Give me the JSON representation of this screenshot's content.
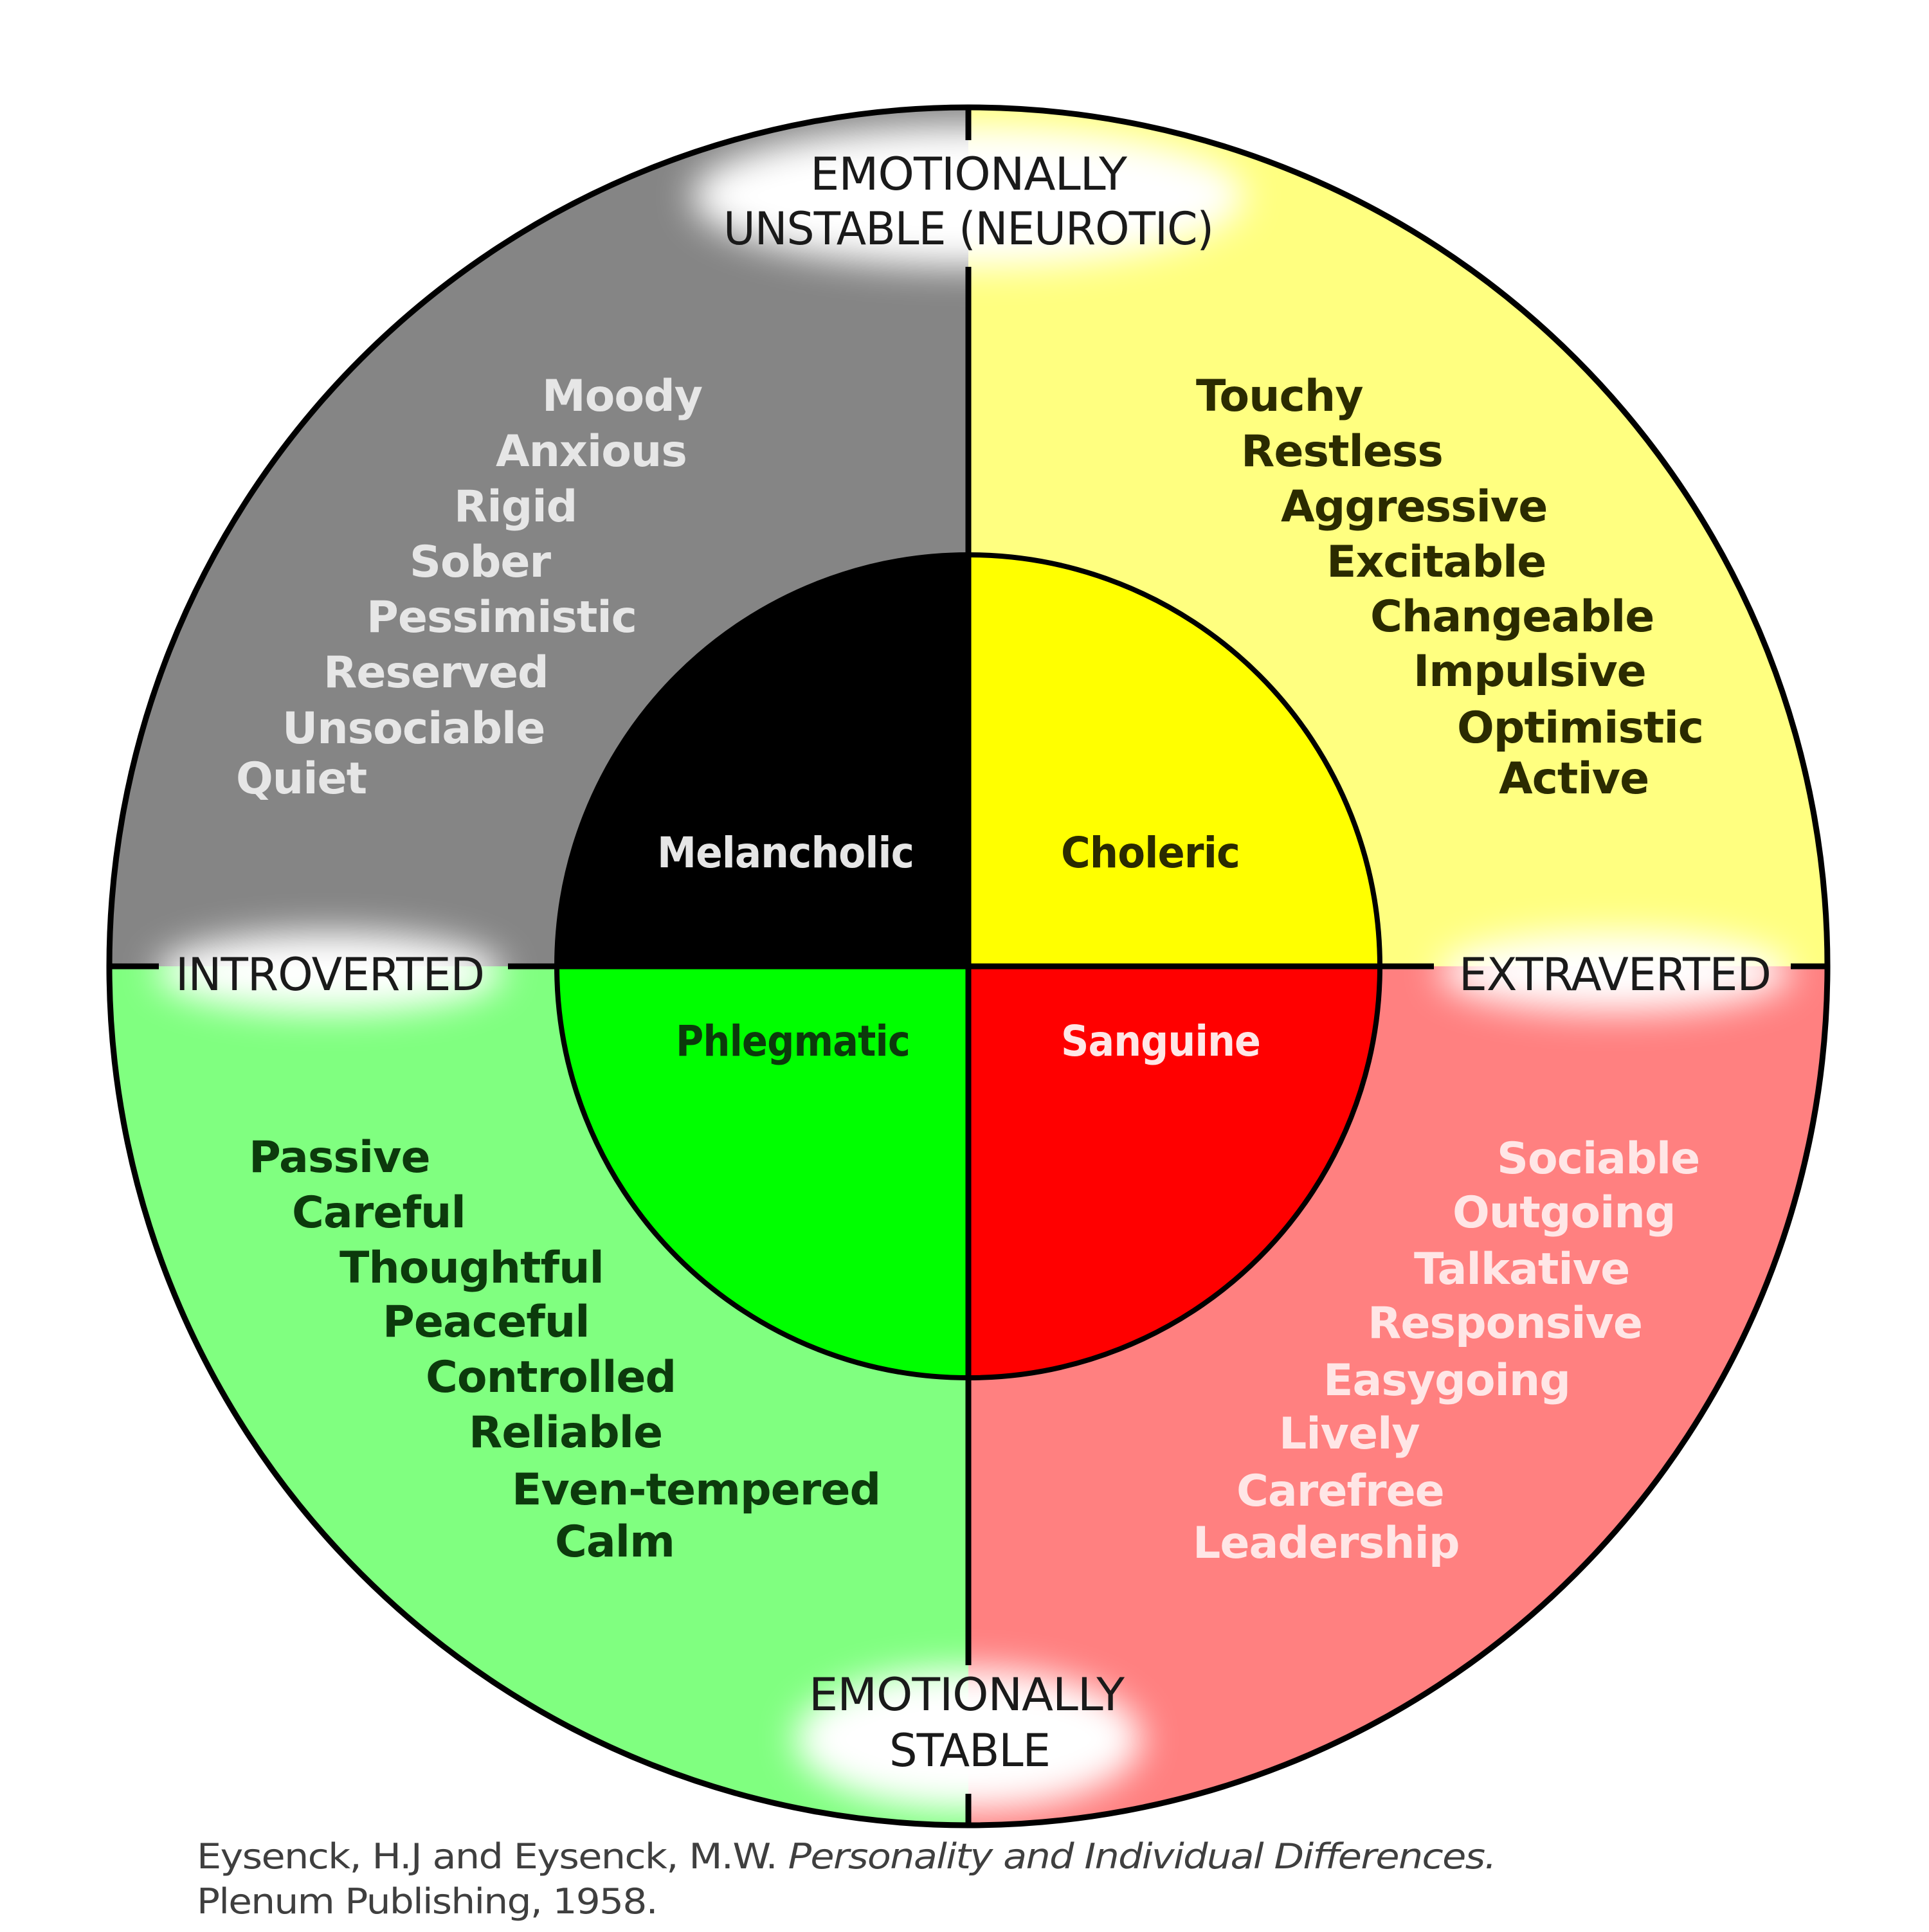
{
  "colors": {
    "melancholic_outer": "#858585",
    "melancholic_inner": "#000000",
    "choleric_outer": "#ffff80",
    "choleric_inner": "#ffff00",
    "phlegmatic_outer": "#80ff80",
    "phlegmatic_inner": "#00ff00",
    "sanguine_outer": "#ff8080",
    "sanguine_inner": "#ff0000",
    "melancholic_text": "#e6e6e6",
    "choleric_text": "#2b2b00",
    "phlegmatic_text": "#0c3a0c",
    "sanguine_text": "#ffe6e6",
    "outline": "#000000"
  },
  "axes": {
    "top": [
      "EMOTIONALLY",
      "UNSTABLE (NEUROTIC)"
    ],
    "bottom": [
      "EMOTIONALLY",
      "STABLE"
    ],
    "left": "INTROVERTED",
    "right": "EXTRAVERTED"
  },
  "temperaments": {
    "melancholic": "Melancholic",
    "choleric": "Choleric",
    "phlegmatic": "Phlegmatic",
    "sanguine": "Sanguine"
  },
  "traits": {
    "melancholic": [
      "Moody",
      "Anxious",
      "Rigid",
      "Sober",
      "Pessimistic",
      "Reserved",
      "Unsociable",
      "Quiet"
    ],
    "choleric": [
      "Touchy",
      "Restless",
      "Aggressive",
      "Excitable",
      "Changeable",
      "Impulsive",
      "Optimistic",
      "Active"
    ],
    "phlegmatic": [
      "Passive",
      "Careful",
      "Thoughtful",
      "Peaceful",
      "Controlled",
      "Reliable",
      "Even-tempered",
      "Calm"
    ],
    "sanguine": [
      "Sociable",
      "Outgoing",
      "Talkative",
      "Responsive",
      "Easygoing",
      "Lively",
      "Carefree",
      "Leadership"
    ]
  },
  "citation": {
    "authors": "Eysenck, H.J and Eysenck, M.W.",
    "title": "Personality and Individual Differences.",
    "publisher": "Plenum Publishing, 1958."
  }
}
